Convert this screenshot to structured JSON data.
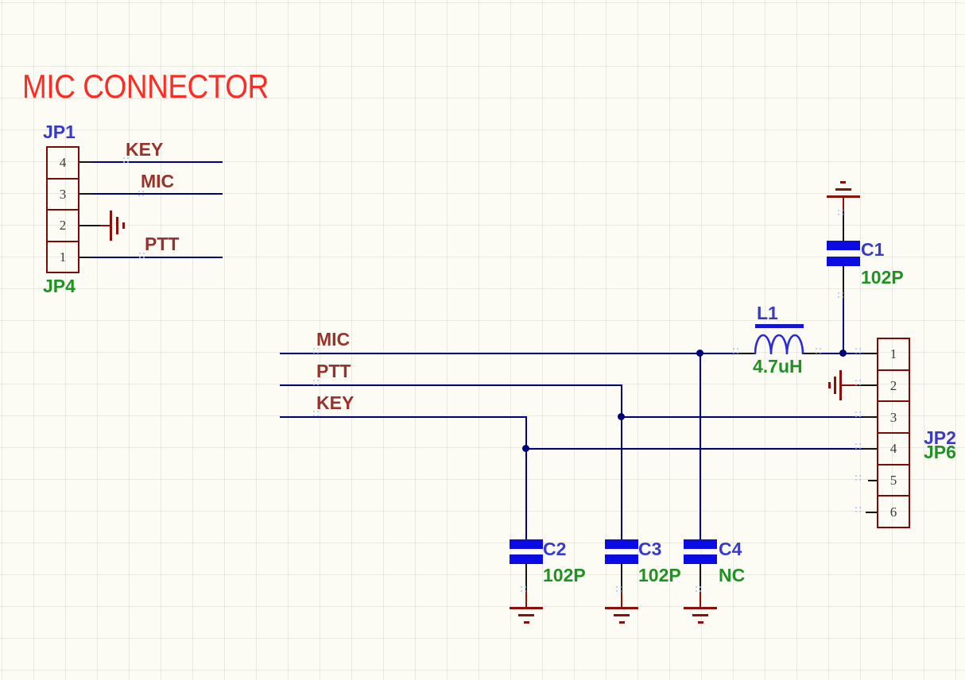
{
  "title": {
    "text": "MIC CONNECTOR"
  },
  "colors": {
    "background": "#FCFCF5",
    "grid_line": "#E9E9E1",
    "title_red": "#FE2B25",
    "wire_blue": "#00007D",
    "capacitor_plate_blue": "#0B0BE3",
    "inductor_blue": "#2B2BD8",
    "designator_blue": "#3A3AC8",
    "value_green": "#1F9223",
    "net_label_maroon": "#97322D",
    "component_outline_dark_red": "#7B0B08",
    "ground_dark_red": "#8A100C",
    "pin_black": "#151515"
  },
  "left_connector": {
    "designator": "JP1",
    "secondary_designator": "JP4",
    "pins": [
      {
        "number": "4",
        "net": "KEY"
      },
      {
        "number": "3",
        "net": "MIC"
      },
      {
        "number": "2",
        "net": "GND"
      },
      {
        "number": "1",
        "net": "PTT"
      }
    ]
  },
  "right_connector": {
    "designator": "JP2",
    "secondary_designator": "JP6",
    "pins": [
      {
        "number": "1"
      },
      {
        "number": "2"
      },
      {
        "number": "3"
      },
      {
        "number": "4"
      },
      {
        "number": "5"
      },
      {
        "number": "6"
      }
    ]
  },
  "net_labels": {
    "mic": "MIC",
    "ptt": "PTT",
    "key": "KEY"
  },
  "components": {
    "c1": {
      "designator": "C1",
      "value": "102P"
    },
    "c2": {
      "designator": "C2",
      "value": "102P"
    },
    "c3": {
      "designator": "C3",
      "value": "102P"
    },
    "c4": {
      "designator": "C4",
      "value": "NC"
    },
    "l1": {
      "designator": "L1",
      "value": "4.7uH"
    }
  }
}
